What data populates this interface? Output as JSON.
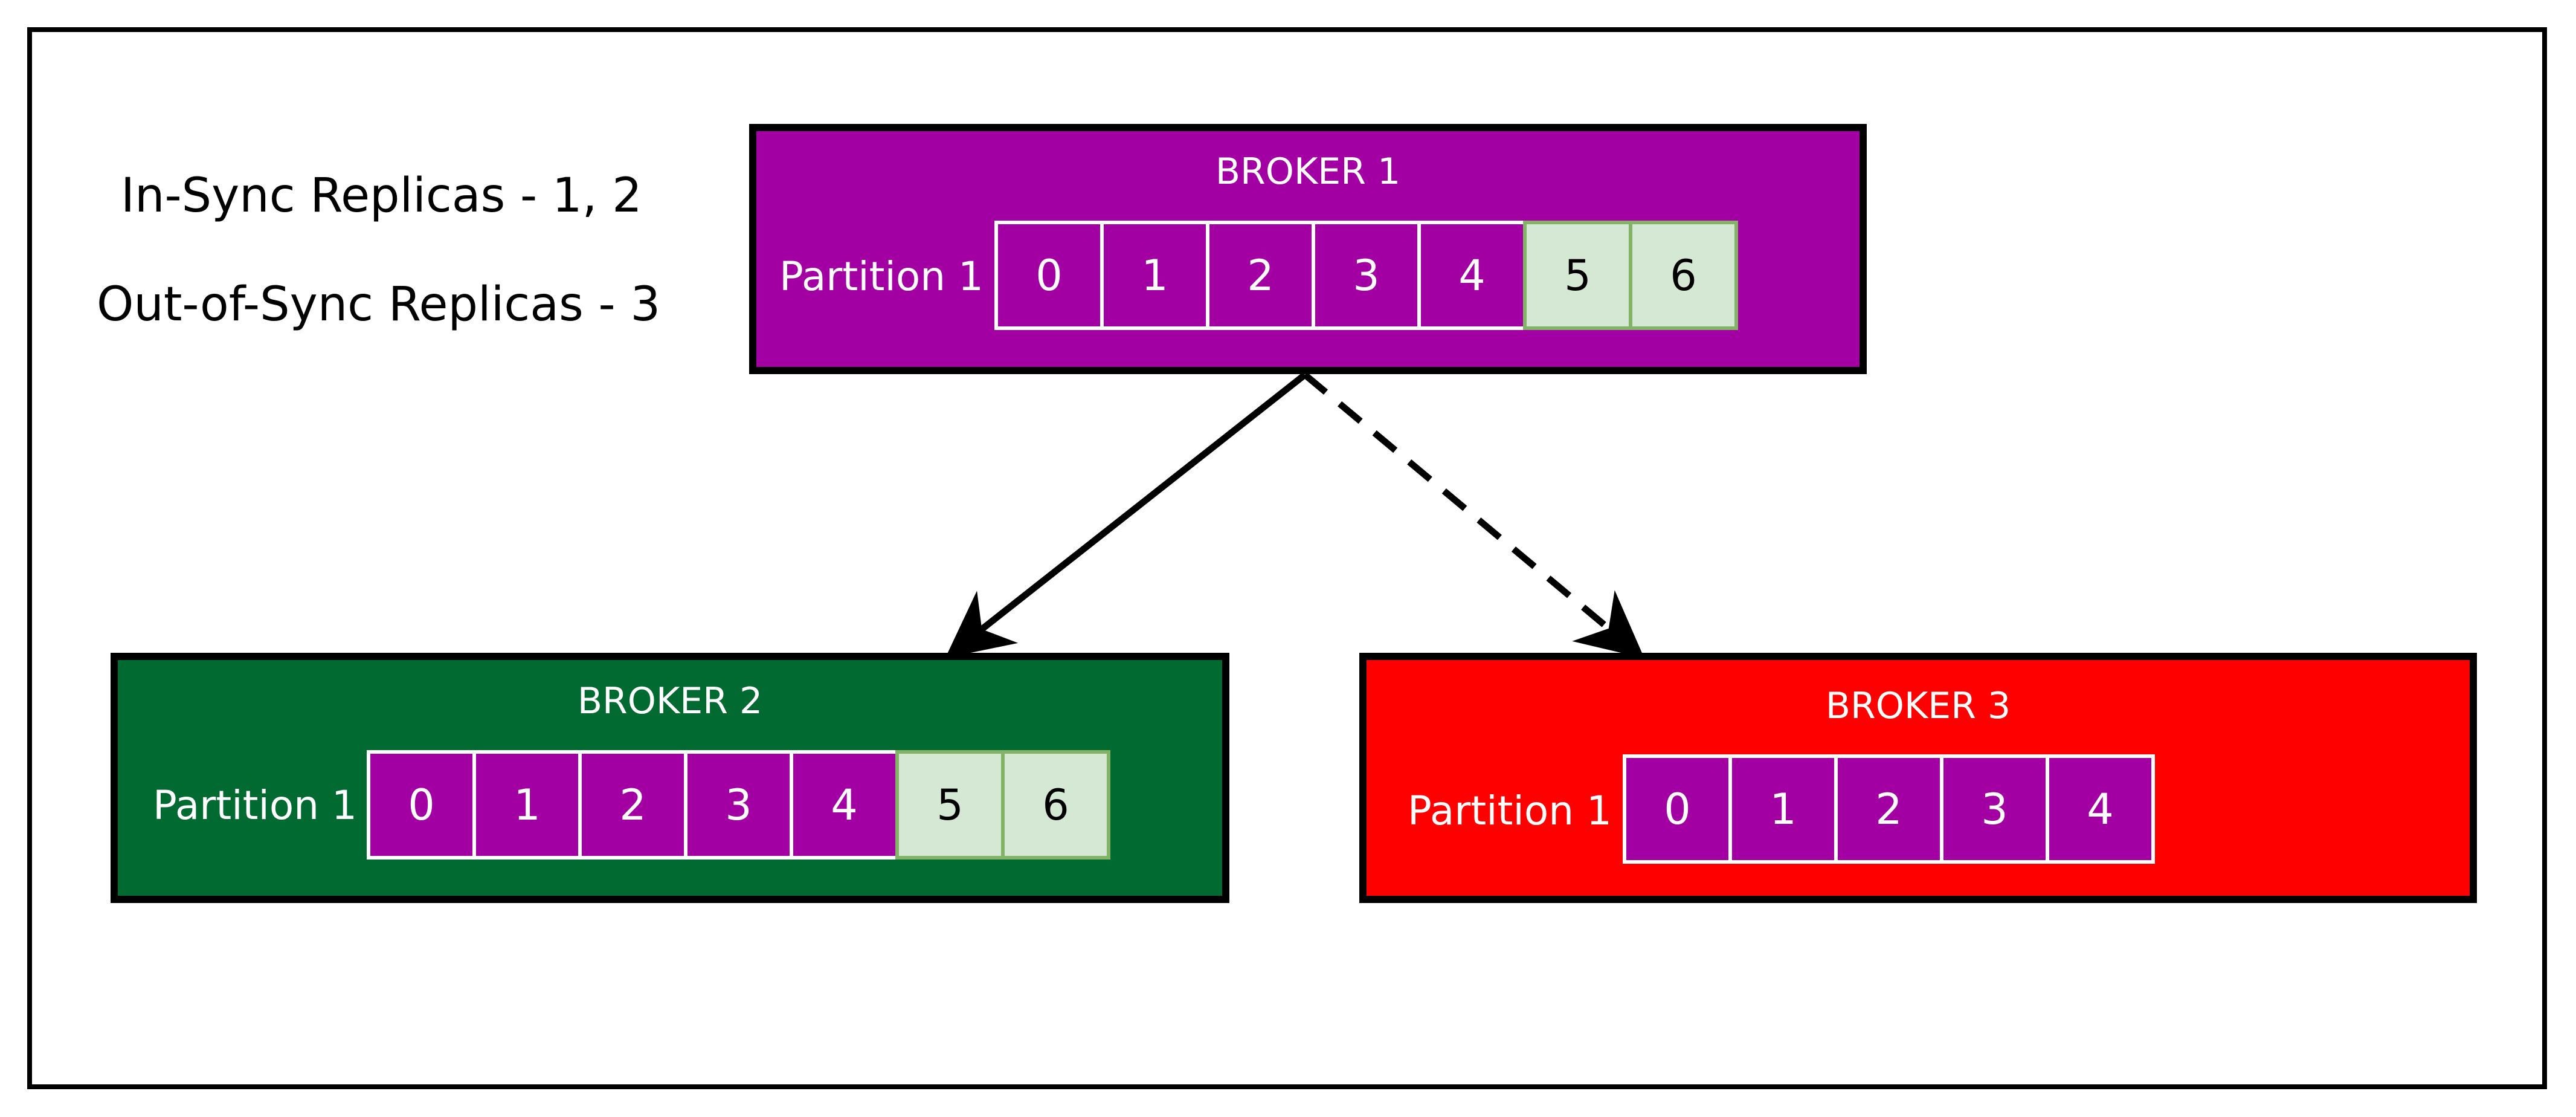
{
  "legend": {
    "in_sync": "In-Sync Replicas - 1, 2",
    "out_of_sync": "Out-of-Sync Replicas - 3"
  },
  "colors": {
    "broker1": "#a300a3",
    "broker2": "#006a30",
    "broker3": "#ff0000",
    "cell_base": "#a300a3",
    "cell_new_fill": "#d5e8d4",
    "cell_new_border": "#82b366"
  },
  "brokers": [
    {
      "title": "BROKER 1",
      "partition_label": "Partition 1",
      "offsets": [
        "0",
        "1",
        "2",
        "3",
        "4",
        "5",
        "6"
      ],
      "new_offsets": [
        "5",
        "6"
      ]
    },
    {
      "title": "BROKER 2",
      "partition_label": "Partition 1",
      "offsets": [
        "0",
        "1",
        "2",
        "3",
        "4",
        "5",
        "6"
      ],
      "new_offsets": [
        "5",
        "6"
      ]
    },
    {
      "title": "BROKER 3",
      "partition_label": "Partition 1",
      "offsets": [
        "0",
        "1",
        "2",
        "3",
        "4"
      ],
      "new_offsets": []
    }
  ],
  "edges": [
    {
      "from": "BROKER 1",
      "to": "BROKER 2",
      "style": "solid"
    },
    {
      "from": "BROKER 1",
      "to": "BROKER 3",
      "style": "dashed"
    }
  ]
}
